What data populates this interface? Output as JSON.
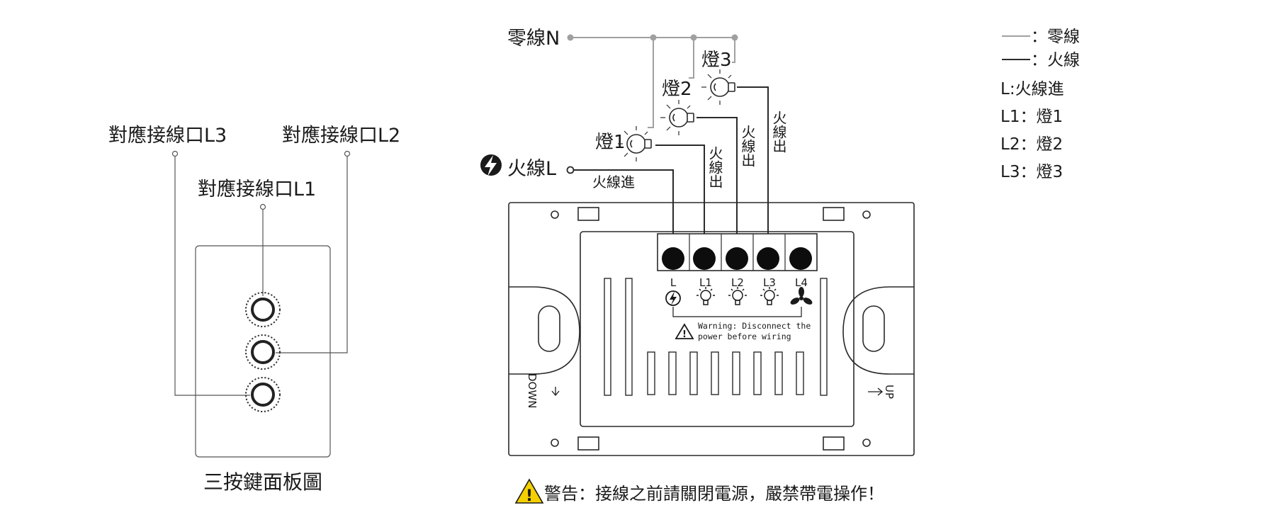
{
  "panel": {
    "label_l3": "對應接線口L3",
    "label_l2": "對應接線口L2",
    "label_l1": "對應接線口L1",
    "caption": "三按鍵面板圖"
  },
  "wiring": {
    "neutral_label": "零線N",
    "live_label": "火線L",
    "live_in_label": "火線進",
    "live_out_label_1": "火線出",
    "live_out_label_2": "火線出",
    "live_out_label_3": "火線出",
    "lamp1_label": "燈1",
    "lamp2_label": "燈2",
    "lamp3_label": "燈3"
  },
  "device": {
    "terminals": [
      "L",
      "L1",
      "L2",
      "L3",
      "L4"
    ],
    "terminal_icons": [
      "lightning-icon",
      "bulb-icon",
      "bulb-icon",
      "bulb-icon",
      "fan-icon"
    ],
    "warning_line1": "Warning: Disconnect the",
    "warning_line2": "power before wiring",
    "down_label": "DOWN",
    "up_label": "UP"
  },
  "legend": {
    "neutral": "：零線",
    "live": "：火線",
    "l": "L:火線進",
    "l1": "L1：燈1",
    "l2": "L2：燈2",
    "l3": "L3：燈3"
  },
  "footer": {
    "warning": "警告：接線之前請關閉電源，嚴禁帶電操作！"
  },
  "colors": {
    "neutral_wire": "#a0a0a0",
    "live_wire": "#2a2a2a",
    "warning_yellow": "#f5d000"
  }
}
